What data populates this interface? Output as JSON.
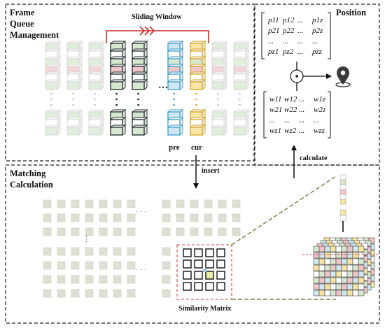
{
  "sections": {
    "frame_queue": [
      "Frame",
      "Queue",
      "Management"
    ],
    "position": "Position",
    "matching": [
      "Matching",
      "Calculation"
    ]
  },
  "labels": {
    "sliding_window": "Sliding Window",
    "pre": "pre",
    "cur": "cur",
    "insert": "insert",
    "calculate": "calculate",
    "similarity_matrix": "Similarity Matrix"
  },
  "matrix_p": [
    [
      "p11",
      "p12",
      "...",
      "p1z"
    ],
    [
      "p21",
      "p22",
      "...",
      "p2z"
    ],
    [
      "...",
      "...",
      "...",
      "..."
    ],
    [
      "pz1",
      "pz2",
      "...",
      "pzz"
    ]
  ],
  "matrix_w": [
    [
      "w11",
      "w12",
      "...",
      "w1z"
    ],
    [
      "w21",
      "w22",
      "...",
      "w2z"
    ],
    [
      "...",
      "...",
      "...",
      "..."
    ],
    [
      "wz1",
      "wz2",
      "...",
      "wzz"
    ]
  ],
  "colors": {
    "red": "#d12a2a",
    "green_tint": "#d6e8cf",
    "pink_tint": "#efc6c8",
    "blue_tint": "#cfe7f3",
    "yellow_tint": "#f7e6a6",
    "grid_cell": "#dde0d2",
    "olive_dash": "#5a6b2a"
  }
}
